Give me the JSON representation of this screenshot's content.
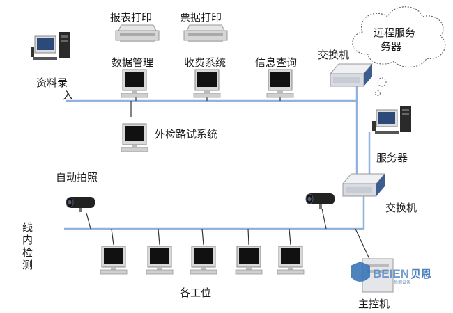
{
  "labels": {
    "report_print": "报表打印",
    "ticket_print": "票据打印",
    "data_manage": "数据管理",
    "fee_system": "收费系统",
    "info_query": "信息查询",
    "switch_top": "交换机",
    "remote_server_line1": "远程服务",
    "remote_server_line2": "务器",
    "data_entry_line1": "资料录",
    "data_entry_line2": "入",
    "external_test": "外检路试系统",
    "server": "服务器",
    "auto_photo": "自动拍照",
    "switch_mid": "交换机",
    "inline_line1": "线",
    "inline_line2": "内",
    "inline_line3": "检",
    "inline_line4": "测",
    "workstations": "各工位",
    "main_control": "主控机"
  },
  "logo": {
    "brand_latin": "BEIEN",
    "brand_cn": "贝恩",
    "tagline": "检测设备"
  }
}
